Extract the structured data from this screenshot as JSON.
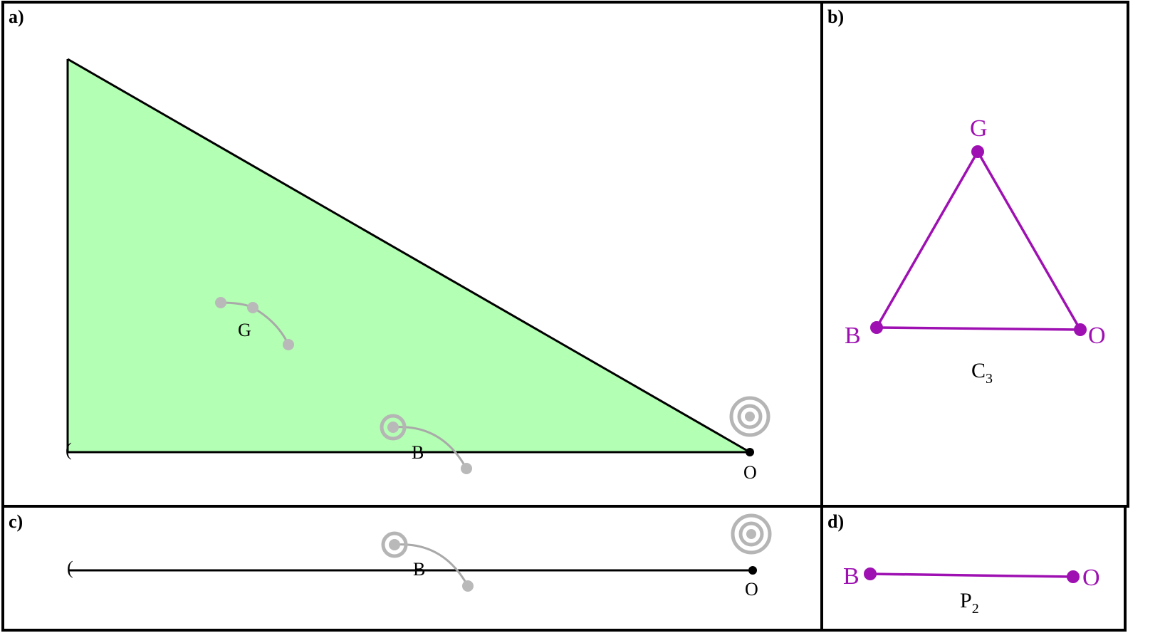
{
  "panels": {
    "a": {
      "label": "a)",
      "vertices": {
        "g": "G",
        "b": "B",
        "o": "O",
        "paren": "("
      },
      "fill_color": "#b3ffb3"
    },
    "b": {
      "label": "b)",
      "nodes": {
        "g": "G",
        "b": "B",
        "o": "O"
      },
      "graph_name": "C",
      "graph_sub": "3"
    },
    "c": {
      "label": "c)",
      "vertices": {
        "b": "B",
        "o": "O",
        "paren": "("
      }
    },
    "d": {
      "label": "d)",
      "nodes": {
        "b": "B",
        "o": "O"
      },
      "graph_name": "P",
      "graph_sub": "2"
    }
  },
  "colors": {
    "graph": "#9e10b2",
    "region": "#b3ffb3",
    "marker": "#b5b5b5"
  }
}
